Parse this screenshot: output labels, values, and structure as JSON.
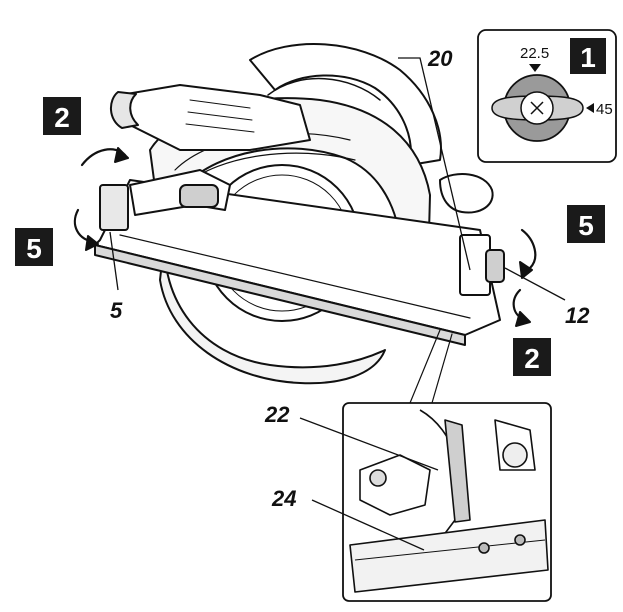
{
  "inset_dial": {
    "step": "1",
    "label_top": "22.5",
    "label_right": "45"
  },
  "steps": {
    "left_upper": "2",
    "left_lower": "5",
    "right_upper": "5",
    "right_lower": "2"
  },
  "callouts": {
    "c20": "20",
    "c5": "5",
    "c12": "12",
    "c22": "22",
    "c24": "24"
  },
  "colors": {
    "ink": "#111111",
    "badge": "#1a1a1a",
    "shade": "#cfcfcf",
    "light": "#eeeeee",
    "dial_ring": "#7a7a7a"
  }
}
